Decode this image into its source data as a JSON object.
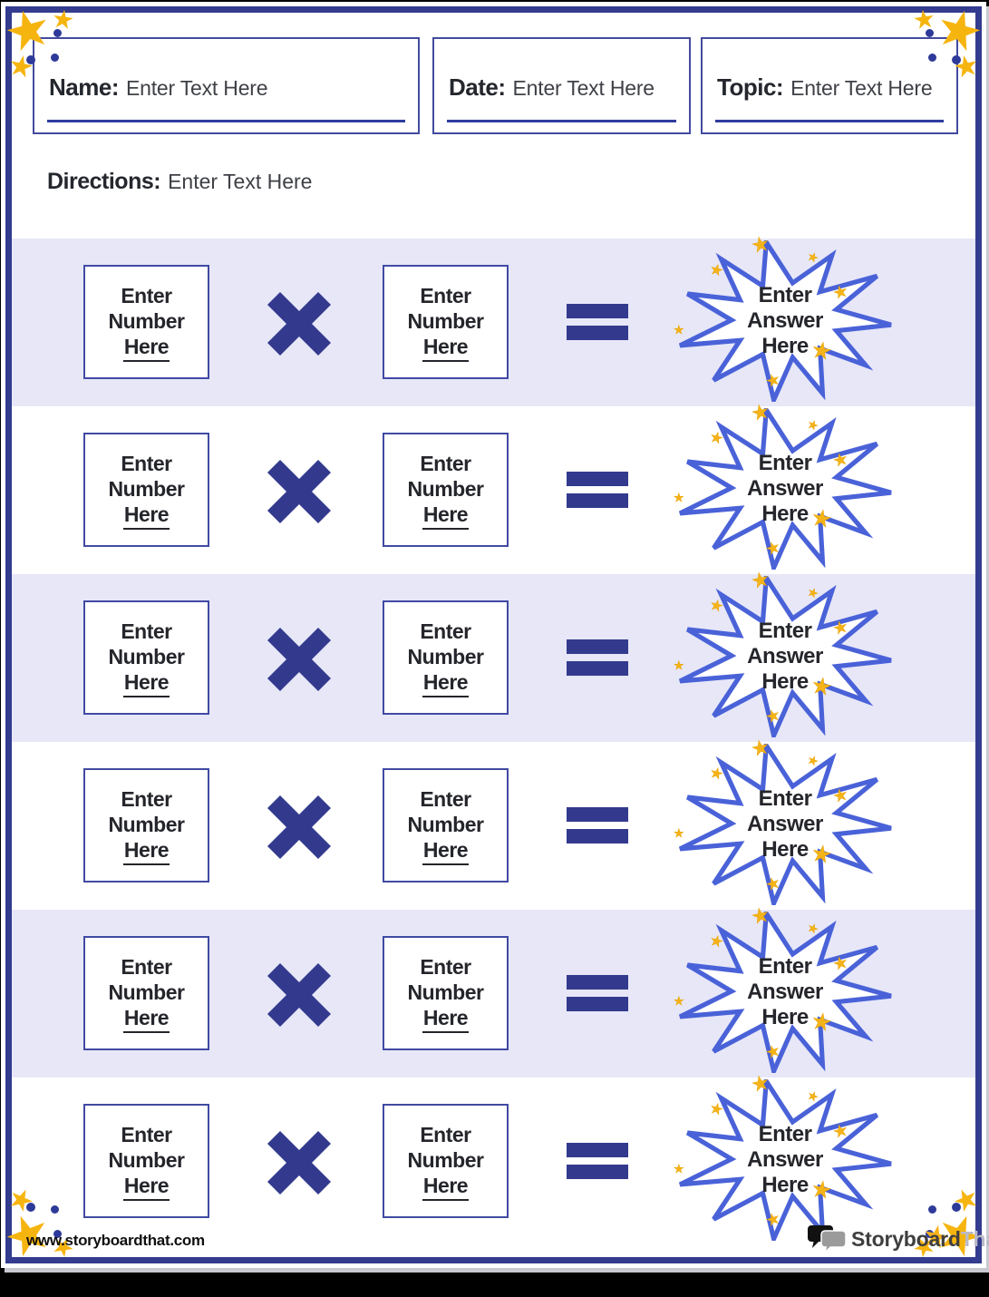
{
  "header": {
    "fields": [
      {
        "label": "Name:",
        "value": "Enter Text Here"
      },
      {
        "label": "Date:",
        "value": "Enter Text Here"
      },
      {
        "label": "Topic:",
        "value": "Enter Text Here"
      }
    ],
    "directions_label": "Directions:",
    "directions_value": "Enter Text Here"
  },
  "worksheet": {
    "operator_label": "multiply",
    "operator": "×",
    "equals": "=",
    "rows": [
      {
        "factor1_lines": [
          "Enter",
          "Number",
          "Here"
        ],
        "factor2_lines": [
          "Enter",
          "Number",
          "Here"
        ],
        "answer_lines": [
          "Enter",
          "Answer",
          "Here"
        ]
      },
      {
        "factor1_lines": [
          "Enter",
          "Number",
          "Here"
        ],
        "factor2_lines": [
          "Enter",
          "Number",
          "Here"
        ],
        "answer_lines": [
          "Enter",
          "Answer",
          "Here"
        ]
      },
      {
        "factor1_lines": [
          "Enter",
          "Number",
          "Here"
        ],
        "factor2_lines": [
          "Enter",
          "Number",
          "Here"
        ],
        "answer_lines": [
          "Enter",
          "Answer",
          "Here"
        ]
      },
      {
        "factor1_lines": [
          "Enter",
          "Number",
          "Here"
        ],
        "factor2_lines": [
          "Enter",
          "Number",
          "Here"
        ],
        "answer_lines": [
          "Enter",
          "Answer",
          "Here"
        ]
      },
      {
        "factor1_lines": [
          "Enter",
          "Number",
          "Here"
        ],
        "factor2_lines": [
          "Enter",
          "Number",
          "Here"
        ],
        "answer_lines": [
          "Enter",
          "Answer",
          "Here"
        ]
      },
      {
        "factor1_lines": [
          "Enter",
          "Number",
          "Here"
        ],
        "factor2_lines": [
          "Enter",
          "Number",
          "Here"
        ],
        "answer_lines": [
          "Enter",
          "Answer",
          "Here"
        ]
      }
    ]
  },
  "footer": {
    "site_url": "www.storyboardthat.com",
    "brand_primary": "Storyboard",
    "brand_secondary": "That"
  },
  "icons": {
    "star_glyph": "★"
  },
  "colors": {
    "frame_navy": "#333c8e",
    "box_border_navy": "#414aa3",
    "symbol_navy": "#333a8e",
    "burst_blue": "#4a62d8",
    "row_lavender": "#e7e7f8",
    "star_gold": "#f5b31a",
    "text_dark": "#25262b"
  }
}
